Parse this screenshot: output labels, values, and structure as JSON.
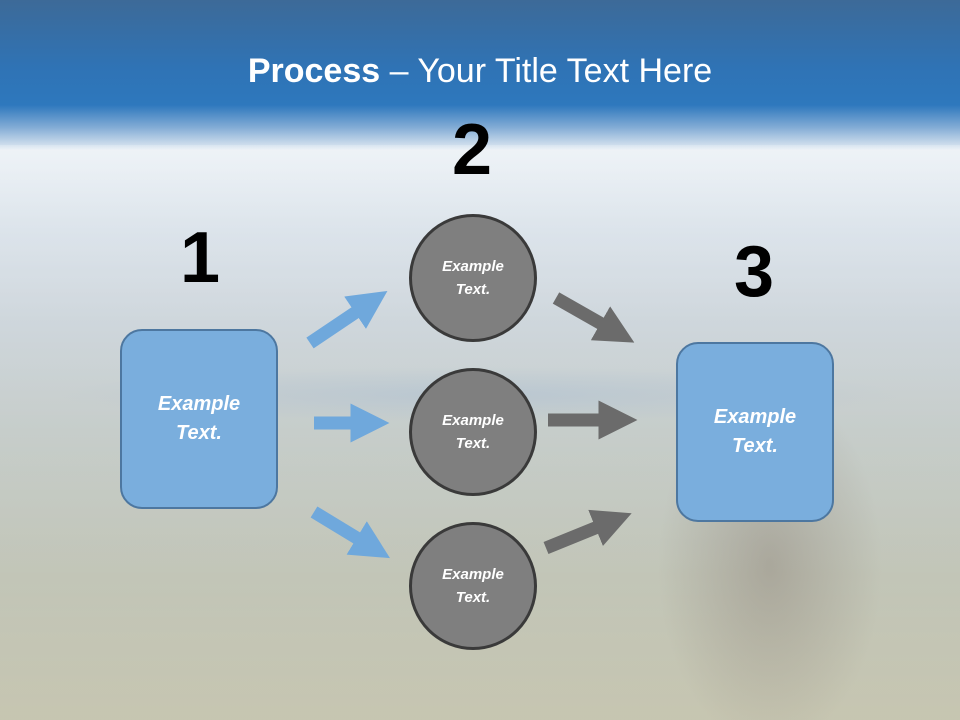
{
  "title": {
    "bold": "Process",
    "rest": " – Your Title Text Here"
  },
  "steps": [
    {
      "number": "1",
      "text": "Example Text."
    },
    {
      "number": "2",
      "circles": [
        "Example Text.",
        "Example Text.",
        "Example Text."
      ]
    },
    {
      "number": "3",
      "text": "Example Text."
    }
  ],
  "colors": {
    "header": "#2e78bd",
    "box": "#7aaedd",
    "circle": "#7f7f7f",
    "blue_arrow": "#6fa8dc",
    "gray_arrow": "#6b6b6b"
  }
}
